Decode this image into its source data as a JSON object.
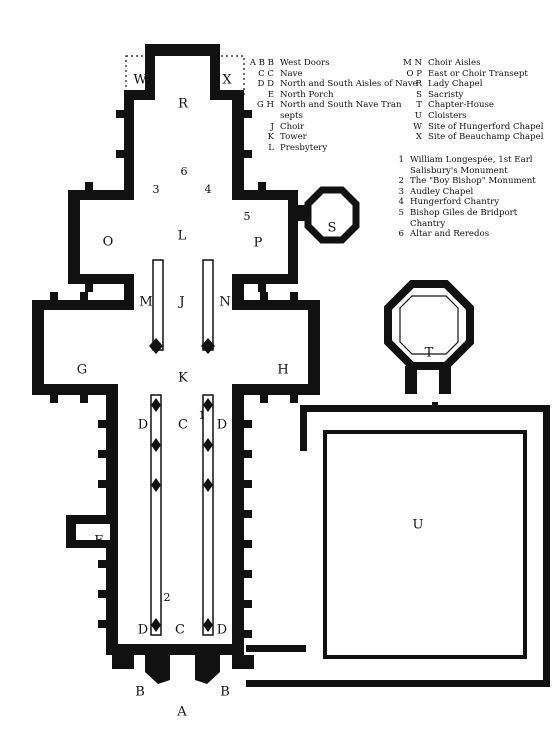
{
  "legend_letters": [
    {
      "code": "A B B",
      "desc": "West Doors"
    },
    {
      "code": "C C",
      "desc": "Nave"
    },
    {
      "code": "D D",
      "desc": "North and South Aisles of Nave"
    },
    {
      "code": "E",
      "desc": "North Porch"
    },
    {
      "code": "G H",
      "desc": "North and South Nave Tran"
    },
    {
      "code": "",
      "desc": "septs"
    },
    {
      "code": "J",
      "desc": "Choir"
    },
    {
      "code": "K",
      "desc": "Tower"
    },
    {
      "code": "L",
      "desc": "Presbytery"
    }
  ],
  "legend_letters_2": [
    {
      "code": "M N",
      "desc": "Choir Aisles"
    },
    {
      "code": "O P",
      "desc": "East or Choir Transept"
    },
    {
      "code": "R",
      "desc": "Lady Chapel"
    },
    {
      "code": "S",
      "desc": "Sacristy"
    },
    {
      "code": "T",
      "desc": "Chapter-House"
    },
    {
      "code": "U",
      "desc": "Cloisters"
    },
    {
      "code": "W",
      "desc": "Site of Hungerford Chapel"
    },
    {
      "code": "X",
      "desc": "Site of Beauchamp Chapel"
    }
  ],
  "legend_numbers": [
    {
      "code": "1",
      "desc": "William Longespée, 1st Earl"
    },
    {
      "code": "",
      "desc": "Salisbury's Monument"
    },
    {
      "code": "2",
      "desc": "The \"Boy Bishop\" Monument"
    },
    {
      "code": "3",
      "desc": "Audley Chapel"
    },
    {
      "code": "4",
      "desc": "Hungerford Chantry"
    },
    {
      "code": "5",
      "desc": "Bishop Giles de Bridport"
    },
    {
      "code": "",
      "desc": "Chantry"
    },
    {
      "code": "6",
      "desc": "Altar and Reredos"
    }
  ],
  "plan_labels": {
    "W": "W",
    "X": "X",
    "R": "R",
    "O": "O",
    "L": "L",
    "P": "P",
    "S": "S",
    "M": "M",
    "J": "J",
    "N": "N",
    "G": "G",
    "K": "K",
    "H": "H",
    "T": "T",
    "C1": "C",
    "C2": "C",
    "D1": "D",
    "D2": "D",
    "D3": "D",
    "D4": "D",
    "E": "E",
    "U": "U",
    "A": "A",
    "B1": "B",
    "B2": "B",
    "n1": "1",
    "n2": "2",
    "n3": "3",
    "n4": "4",
    "n5": "5",
    "n6": "6"
  }
}
